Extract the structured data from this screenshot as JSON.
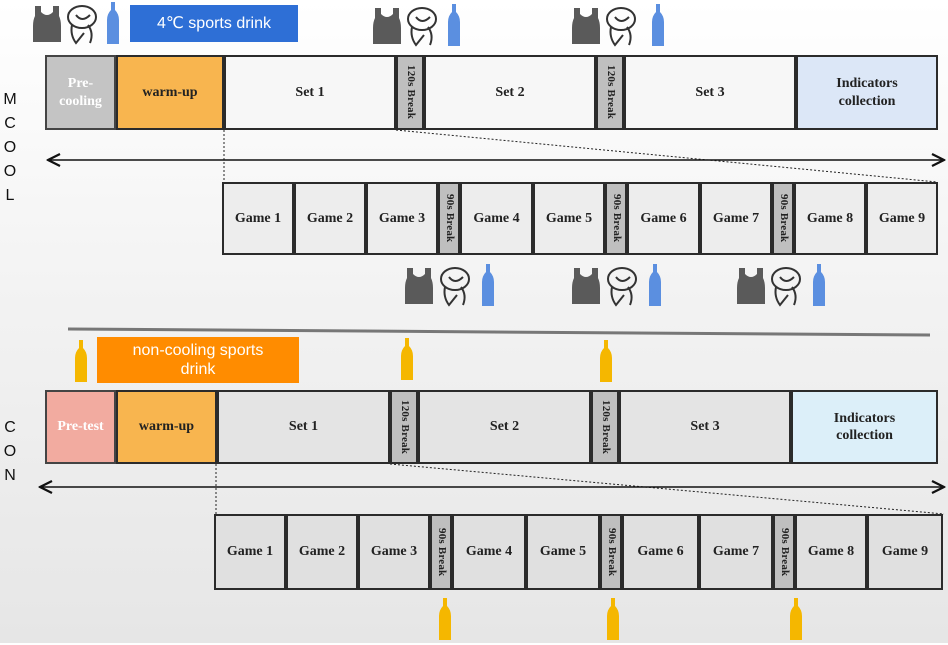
{
  "mcool": {
    "side_label": [
      "M",
      "C",
      "O",
      "O",
      "L"
    ],
    "drink_label": "4℃ sports drink",
    "phases": {
      "precool": "Pre-\ncooling",
      "warmup": "warm-up",
      "set1": "Set 1",
      "break1": "120s Break",
      "set2": "Set 2",
      "break2": "120s Break",
      "set3": "Set 3",
      "indicators": "Indicators\ncollection"
    },
    "games": [
      "Game 1",
      "Game 2",
      "Game 3",
      "90s Break",
      "Game 4",
      "Game 5",
      "90s Break",
      "Game 6",
      "Game 7",
      "90s Break",
      "Game 8",
      "Game 9"
    ]
  },
  "con": {
    "side_label": [
      "C",
      "O",
      "N"
    ],
    "drink_label": "non-cooling sports\ndrink",
    "phases": {
      "pretest": "Pre-test",
      "warmup": "warm-up",
      "set1": "Set 1",
      "break1": "120s Break",
      "set2": "Set 2",
      "break2": "120s Break",
      "set3": "Set 3",
      "indicators": "Indicators\ncollection"
    },
    "games": [
      "Game 1",
      "Game 2",
      "Game 3",
      "90s Break",
      "Game 4",
      "Game 5",
      "90s Break",
      "Game 6",
      "Game 7",
      "90s Break",
      "Game 8",
      "Game 9"
    ]
  },
  "colors": {
    "blue_badge": "#2E6FD6",
    "orange_badge": "#FF8C00",
    "precool": "#C4C4C4",
    "pretest": "#F2ABA0",
    "warmup": "#F8B54F",
    "indicators_mcool": "#DCE7F7",
    "indicators_con": "#DCEFF9",
    "box_white": "#F7F7F7",
    "box_grey": "#E4E4E4",
    "break_grey": "#BFBFBF",
    "vest": "#5A5A5A",
    "bottle_blue": "#5B8FE0",
    "bottle_yellow": "#F5B700"
  },
  "icons": {
    "vest": "ice-vest-icon",
    "towel": "cold-towel-icon",
    "bottle_cold": "cold-drink-bottle-icon",
    "bottle_plain": "sports-drink-bottle-icon"
  }
}
